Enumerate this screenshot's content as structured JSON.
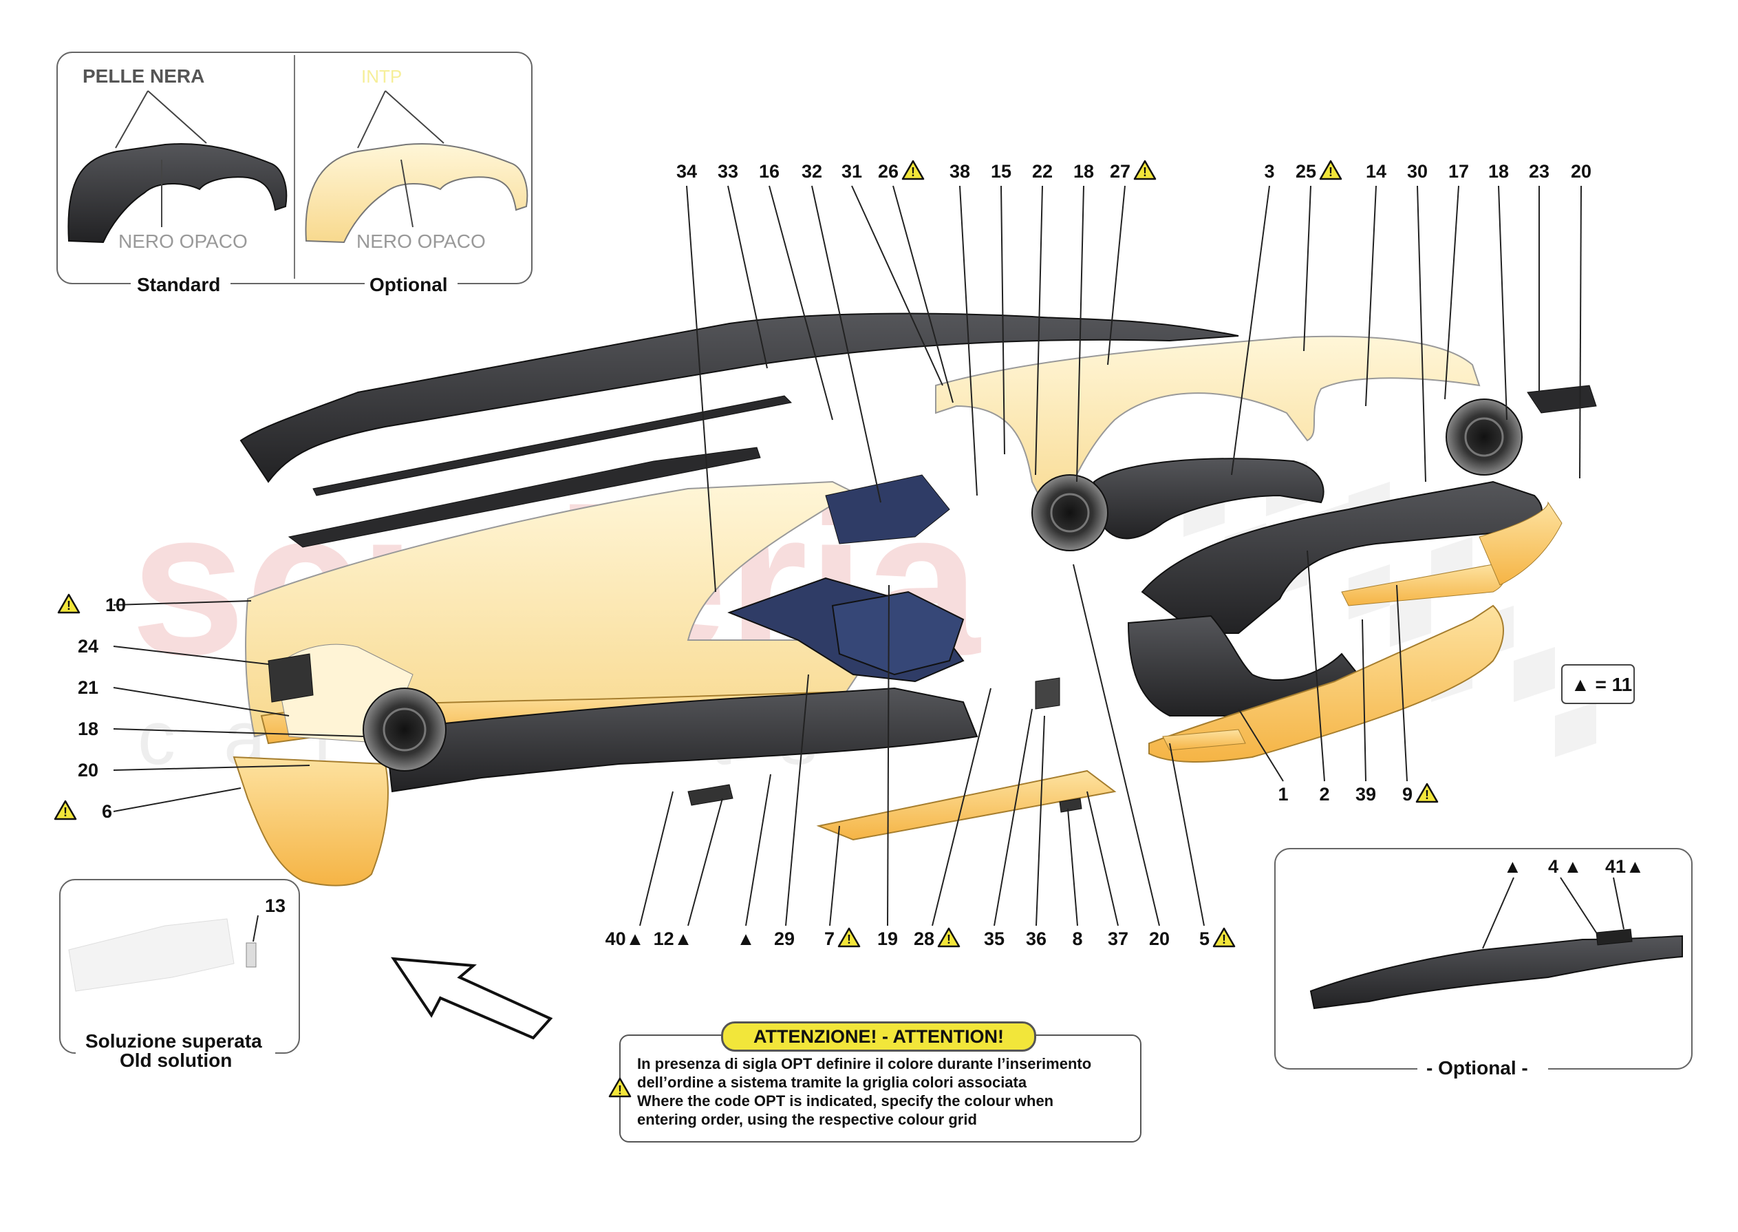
{
  "colors": {
    "dark_part": "#3a3a3c",
    "yellow_part": "#fbeec1",
    "orange_part": "#f8c96a",
    "blue_part": "#2f3c66",
    "warning_fill": "#f2e63a",
    "watermark_red": "#f2bcbc"
  },
  "inset_top_left": {
    "label_leather": "PELLE NERA",
    "label_intp": "INTP",
    "label_matte_left": "NERO OPACO",
    "label_matte_right": "NERO OPACO",
    "caption_standard": "Standard",
    "caption_optional": "Optional"
  },
  "inset_old_solution": {
    "part_number": "13",
    "caption_line1": "Soluzione superata",
    "caption_line2": "Old solution"
  },
  "inset_optional": {
    "label_triangle": "▲",
    "label_4": "4 ▲",
    "label_41": "41▲",
    "caption": "- Optional -"
  },
  "legend_box": "▲ = 11",
  "warning": {
    "title": "ATTENZIONE! - ATTENTION!",
    "line1": "In presenza di sigla OPT definire il colore durante l’inserimento",
    "line2": "dell’ordine a sistema tramite la griglia colori associata",
    "line3": "Where the code OPT is indicated, specify the colour when",
    "line4": "entering order, using the respective colour grid"
  },
  "watermark": {
    "brand": "scuderia",
    "sub": "car parts"
  },
  "callouts_top": [
    {
      "text": "34",
      "warn": false
    },
    {
      "text": "33",
      "warn": false
    },
    {
      "text": "16",
      "warn": false
    },
    {
      "text": "32",
      "warn": false
    },
    {
      "text": "31",
      "warn": false
    },
    {
      "text": "26",
      "warn": true
    },
    {
      "text": "38",
      "warn": false
    },
    {
      "text": "15",
      "warn": false
    },
    {
      "text": "22",
      "warn": false
    },
    {
      "text": "18",
      "warn": false
    },
    {
      "text": "27",
      "warn": true
    },
    {
      "text": "3",
      "warn": false
    },
    {
      "text": "25",
      "warn": true
    },
    {
      "text": "14",
      "warn": false
    },
    {
      "text": "30",
      "warn": false
    },
    {
      "text": "17",
      "warn": false
    },
    {
      "text": "18",
      "warn": false
    },
    {
      "text": "23",
      "warn": false
    },
    {
      "text": "20",
      "warn": false
    }
  ],
  "callouts_left": [
    {
      "text": "10",
      "warn": true
    },
    {
      "text": "24",
      "warn": false
    },
    {
      "text": "21",
      "warn": false
    },
    {
      "text": "18",
      "warn": false
    },
    {
      "text": "20",
      "warn": false
    },
    {
      "text": "6",
      "warn": true
    }
  ],
  "callouts_bottom": [
    {
      "text": "40▲",
      "warn": false
    },
    {
      "text": "12▲",
      "warn": false
    },
    {
      "text": "▲",
      "warn": false
    },
    {
      "text": "29",
      "warn": false
    },
    {
      "text": "7",
      "warn": true
    },
    {
      "text": "19",
      "warn": false
    },
    {
      "text": "28",
      "warn": true
    },
    {
      "text": "35",
      "warn": false
    },
    {
      "text": "36",
      "warn": false
    },
    {
      "text": "8",
      "warn": false
    },
    {
      "text": "37",
      "warn": false
    },
    {
      "text": "20",
      "warn": false
    },
    {
      "text": "5",
      "warn": true
    }
  ],
  "callouts_right": [
    {
      "text": "1",
      "warn": false
    },
    {
      "text": "2",
      "warn": false
    },
    {
      "text": "39",
      "warn": false
    },
    {
      "text": "9",
      "warn": true
    }
  ]
}
